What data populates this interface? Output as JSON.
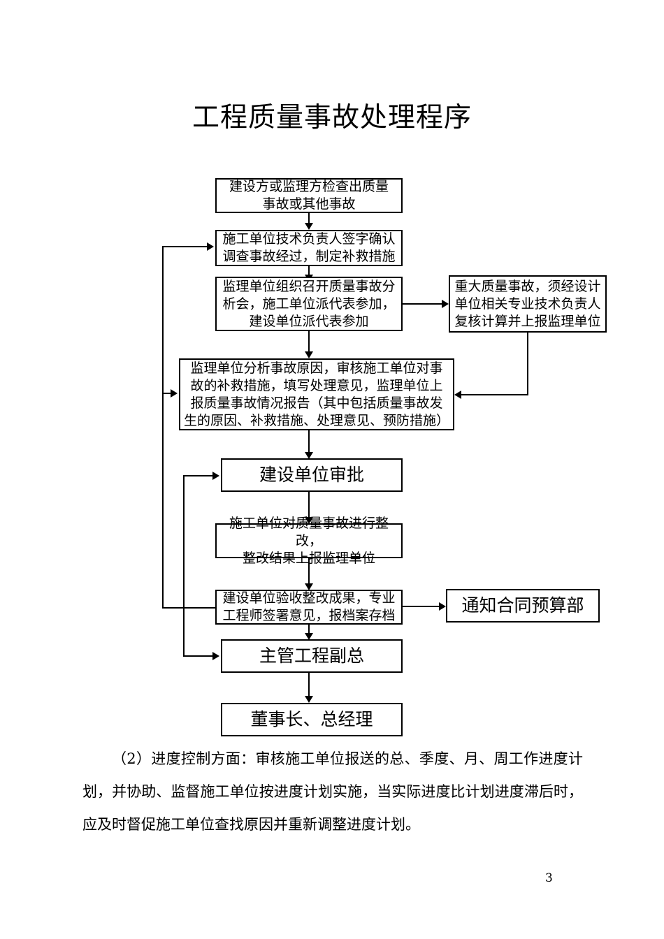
{
  "document": {
    "title": "工程质量事故处理程序",
    "page_number": "3",
    "paragraph": "（2）进度控制方面：审核施工单位报送的总、季度、月、周工作进度计划，并协助、监督施工单位按进度计划实施，当实际进度比计划进度滞后时，应及时督促施工单位查找原因并重新调整进度计划。"
  },
  "flowchart": {
    "type": "flowchart",
    "orientation": "top-to-bottom",
    "nodes": [
      {
        "id": "n1",
        "label": "建设方或监理方检查出质量\n事故或其他事故"
      },
      {
        "id": "n2",
        "label": "施工单位技术负责人签字确认\n调查事故经过，制定补救措施"
      },
      {
        "id": "n3",
        "label": "监理单位组织召开质量事故分\n析会，施工单位派代表参加，\n建设单位派代表参加"
      },
      {
        "id": "n4",
        "label": "重大质量事故，须经设计\n单位相关专业技术负责人\n复核计算并上报监理单位"
      },
      {
        "id": "n5",
        "label": "监理单位分析事故原因，审核施工单位对事\n故的补救措施，填写处理意见，监理单位上\n报质量事故情况报告（其中包括质量事故发\n生的原因、补救措施、处理意见、预防措施）"
      },
      {
        "id": "n6",
        "label": "建设单位审批"
      },
      {
        "id": "n7",
        "label": "施工单位对质量事故进行整改，\n整改结果上报监理单位"
      },
      {
        "id": "n8",
        "label": "建设单位验收整改成果，专业\n工程师签署意见，报档案存档"
      },
      {
        "id": "n9",
        "label": "通知合同预算部"
      },
      {
        "id": "n10",
        "label": "主管工程副总"
      },
      {
        "id": "n11",
        "label": "董事长、总经理"
      }
    ],
    "edges": [
      {
        "from": "n1",
        "to": "n2",
        "kind": "down"
      },
      {
        "from": "n2",
        "to": "n3",
        "kind": "down"
      },
      {
        "from": "n3",
        "to": "n4",
        "kind": "right"
      },
      {
        "from": "n3",
        "to": "n5",
        "kind": "down"
      },
      {
        "from": "n4",
        "to": "n5",
        "kind": "down-left-feedback"
      },
      {
        "from": "n5",
        "to": "n6",
        "kind": "down"
      },
      {
        "from": "n6",
        "to": "n7",
        "kind": "down"
      },
      {
        "from": "n7",
        "to": "n8",
        "kind": "down"
      },
      {
        "from": "n8",
        "to": "n9",
        "kind": "right"
      },
      {
        "from": "n8",
        "to": "n10",
        "kind": "down"
      },
      {
        "from": "n8",
        "to": "n2",
        "kind": "left-feedback-outer"
      },
      {
        "from": "n8",
        "to": "n5",
        "kind": "left-feedback-outer"
      },
      {
        "from": "n8",
        "to": "n6",
        "kind": "left-feedback-inner"
      },
      {
        "from": "n8",
        "to": "n10",
        "kind": "left-feedback-inner"
      },
      {
        "from": "n10",
        "to": "n11",
        "kind": "down"
      }
    ]
  },
  "colors": {
    "ink": "#000000",
    "paper": "#ffffff"
  }
}
